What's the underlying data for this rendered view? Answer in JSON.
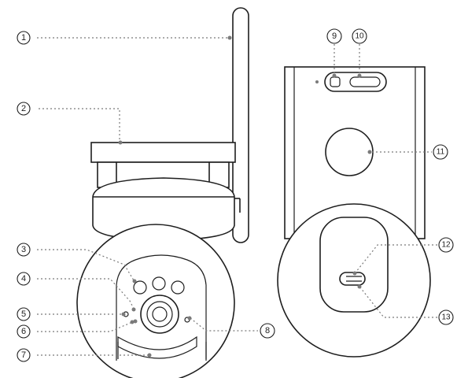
{
  "callouts": [
    {
      "id": "1",
      "label": "1"
    },
    {
      "id": "2",
      "label": "2"
    },
    {
      "id": "3",
      "label": "3"
    },
    {
      "id": "4",
      "label": "4"
    },
    {
      "id": "5",
      "label": "5"
    },
    {
      "id": "6",
      "label": "6"
    },
    {
      "id": "7",
      "label": "7"
    },
    {
      "id": "8",
      "label": "8"
    },
    {
      "id": "9",
      "label": "9"
    },
    {
      "id": "10",
      "label": "10"
    },
    {
      "id": "11",
      "label": "11"
    },
    {
      "id": "12",
      "label": "12"
    },
    {
      "id": "13",
      "label": "13"
    }
  ],
  "colors": {
    "line": "#1e1e1e",
    "guide": "#7a7a7a",
    "background": "#ffffff"
  }
}
